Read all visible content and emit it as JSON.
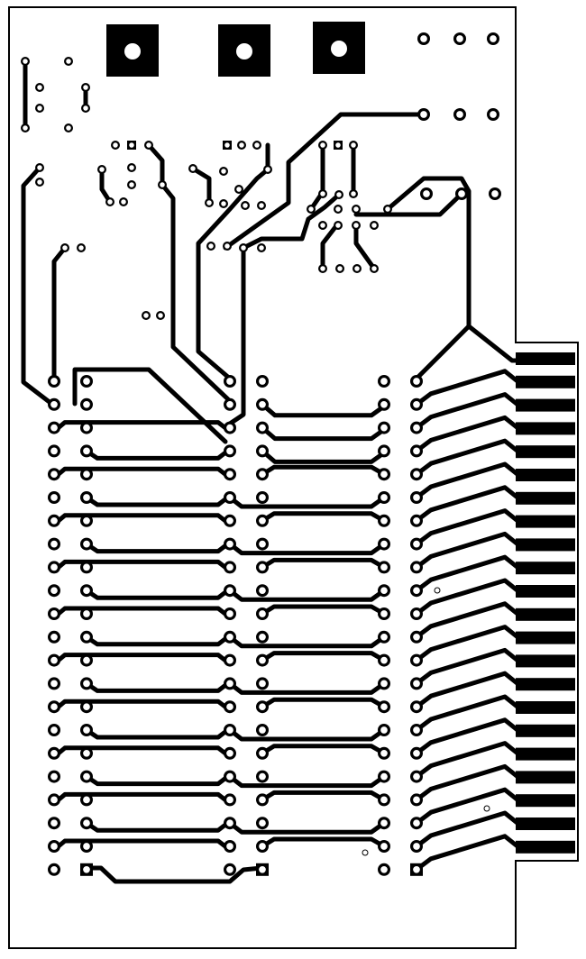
{
  "colors": {
    "background": "#ffffff",
    "copper": "#000000",
    "pad_hole": "#ffffff"
  },
  "board": {
    "edge_connector_fingers": 22,
    "ic_socket_rows": 22,
    "mounting_pads": 3,
    "component": "printed-circuit-board-bottom-layer"
  }
}
